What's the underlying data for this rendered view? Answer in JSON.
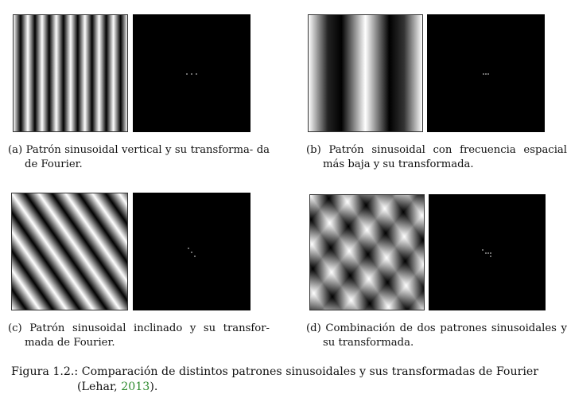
{
  "panels": [
    {
      "id": "a",
      "caption": "(a) Patrón sinusoidal vertical y su transforma- da de Fourier.",
      "pattern": "vertical-high-frequency"
    },
    {
      "id": "b",
      "caption": "(b) Patrón sinusoidal con frecuencia espacial más baja y su transformada.",
      "pattern": "vertical-low-frequency"
    },
    {
      "id": "c",
      "caption": "(c) Patrón sinusoidal inclinado y su transfor- mada de Fourier.",
      "pattern": "diagonal"
    },
    {
      "id": "d",
      "caption": "(d) Combinación de dos patrones sinusoidales y su transformada.",
      "pattern": "combined"
    }
  ],
  "figure_caption": {
    "label": "Figura 1.2.:",
    "text": "Comparación de distintos patrones sinusoidales y sus transformadas de Fourier",
    "cite_open": "(Lehar, ",
    "cite_year": "2013",
    "cite_close": ")."
  },
  "colors": {
    "background": "#ffffff",
    "spectrum_background": "#000000",
    "citation_year": "#2e8b2e"
  }
}
